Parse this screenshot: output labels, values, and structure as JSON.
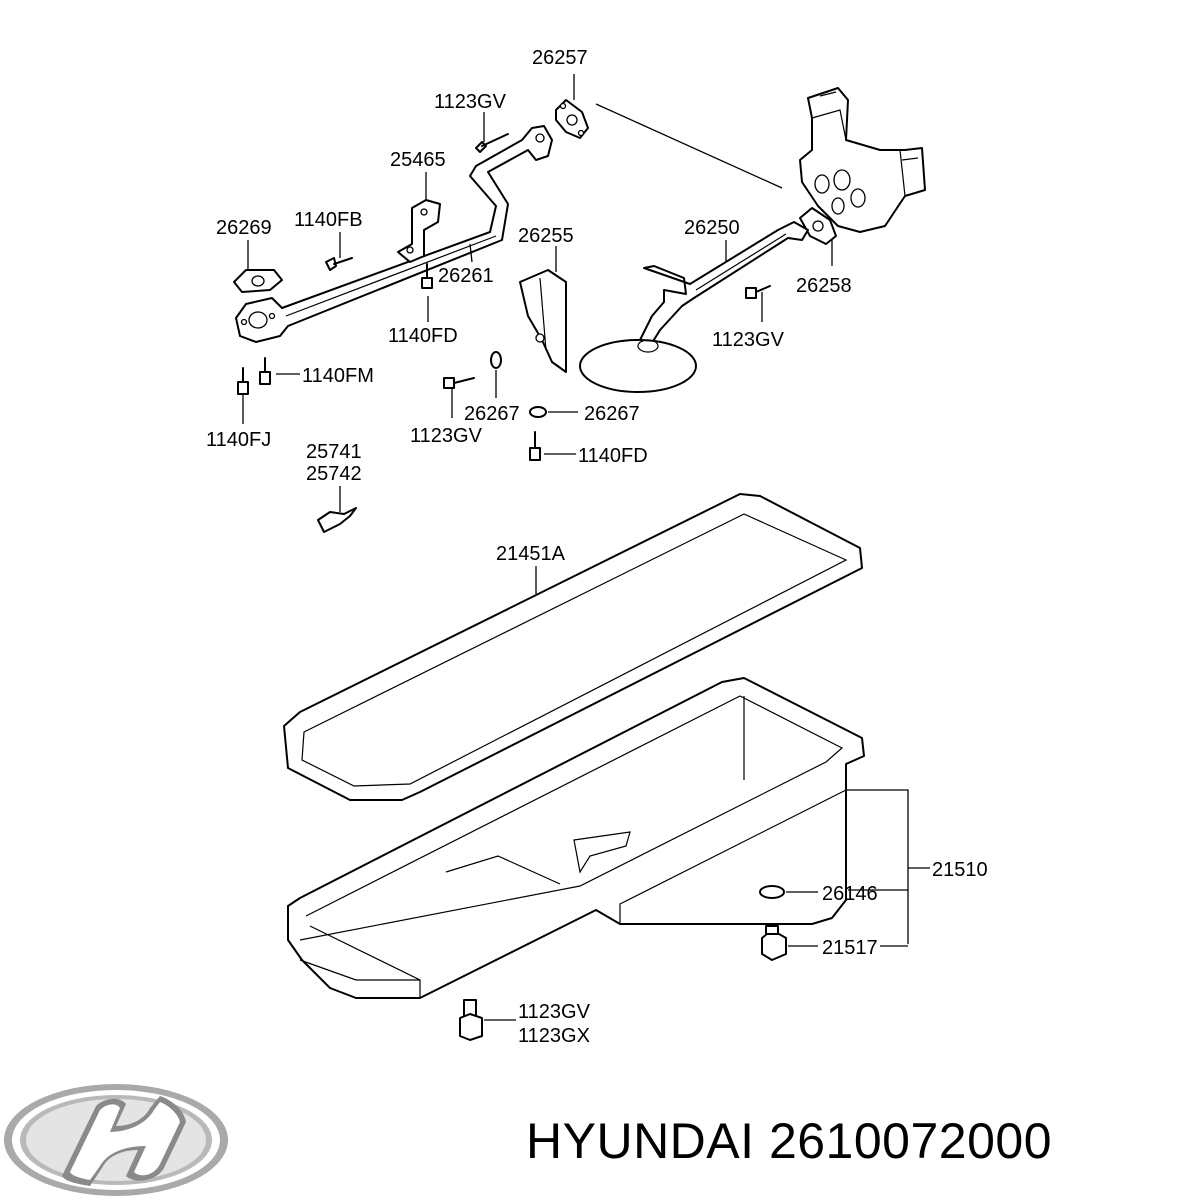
{
  "labels": {
    "l26257": "26257",
    "l1123gv_a": "1123GV",
    "l25465": "25465",
    "l26269": "26269",
    "l1140fb": "1140FB",
    "l26261": "26261",
    "l1140fd_a": "1140FD",
    "l1140fm": "1140FM",
    "l1140fj": "1140FJ",
    "l26255": "26255",
    "l26250": "26250",
    "l26258": "26258",
    "l1123gv_b": "1123GV",
    "l26267_a": "26267",
    "l26267_b": "26267",
    "l1123gv_c": "1123GV",
    "l1140fd_b": "1140FD",
    "l25741": "25741",
    "l25742": "25742",
    "l21451a": "21451A",
    "l21510": "21510",
    "l26146": "26146",
    "l21517": "21517",
    "l1123gv_d": "1123GV",
    "l1123gx": "1123GX"
  },
  "footer": {
    "brand": "HYUNDAI",
    "part_number": "2610072000"
  }
}
